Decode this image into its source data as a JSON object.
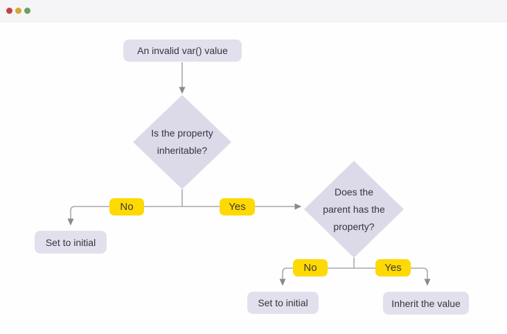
{
  "window": {
    "controls": {
      "close": "close",
      "minimize": "minimize",
      "zoom": "zoom"
    },
    "control_colors": {
      "close": "#c4443d",
      "minimize": "#d9a62e",
      "zoom": "#67a263"
    },
    "titlebar_color": "#f5f4f6"
  },
  "colors": {
    "node_fill": "#e2e0ec",
    "diamond_fill": "#dcdae8",
    "badge_fill": "#fed903",
    "text": "#34333e",
    "line": "#a8a8a8",
    "arrowhead": "#8a8a8a",
    "background": "#ffffff"
  },
  "flowchart": {
    "start": {
      "label": "An invalid var() value"
    },
    "decision1": {
      "lines": [
        "Is the property",
        "inheritable?"
      ]
    },
    "decision2": {
      "lines": [
        "Does the",
        "parent has the",
        "property?"
      ]
    },
    "branch1": {
      "no": "No",
      "yes": "Yes"
    },
    "branch2": {
      "no": "No",
      "yes": "Yes"
    },
    "set_initial_left": {
      "label": "Set to initial"
    },
    "set_initial_bottom": {
      "label": "Set to initial"
    },
    "inherit_value": {
      "label": "Inherit the value"
    }
  }
}
